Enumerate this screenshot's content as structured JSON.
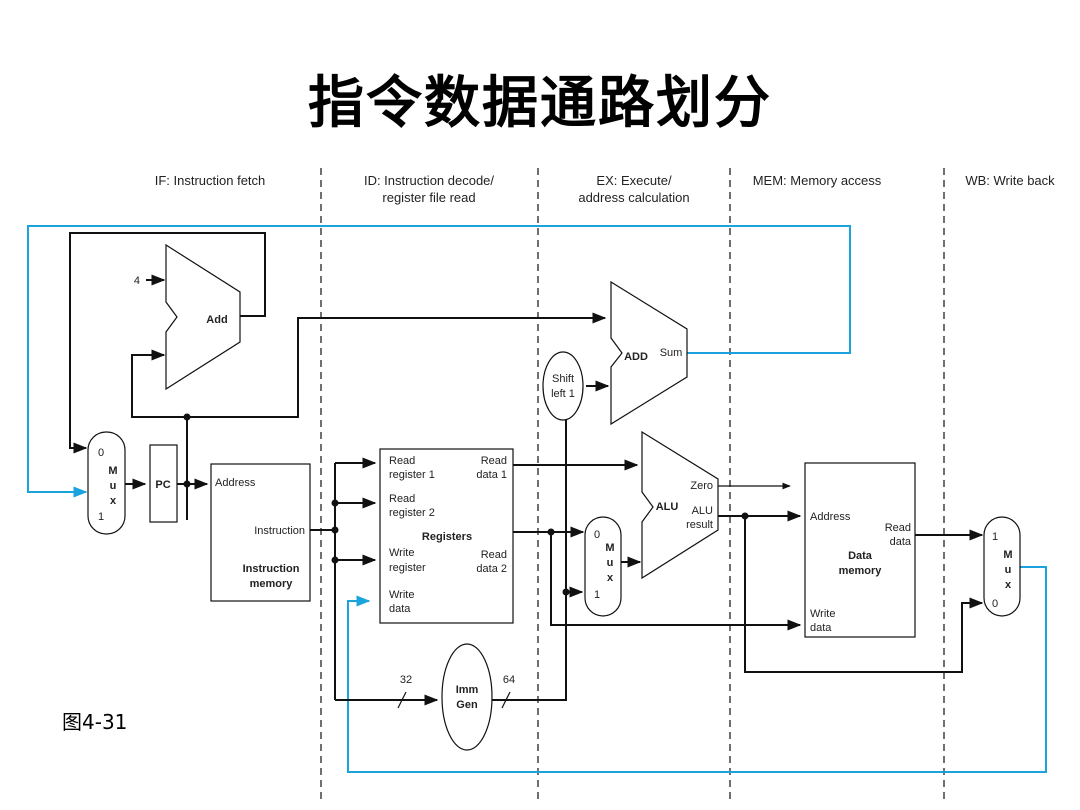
{
  "title": "指令数据通路划分",
  "figure_label": "图4-31",
  "stages": {
    "if": "IF: Instruction fetch",
    "id_line1": "ID: Instruction decode/",
    "id_line2": "register file read",
    "ex_line1": "EX: Execute/",
    "ex_line2": "address calculation",
    "mem": "MEM: Memory access",
    "wb": "WB: Write back"
  },
  "components": {
    "add_const": "4",
    "add": "Add",
    "pc": "PC",
    "pc_mux": {
      "top": "0",
      "bottom": "1",
      "letters": [
        "M",
        "u",
        "x"
      ]
    },
    "imem": {
      "address": "Address",
      "instruction": "Instruction",
      "name1": "Instruction",
      "name2": "memory"
    },
    "regs": {
      "read_reg1_a": "Read",
      "read_reg1_b": "register 1",
      "read_reg2_a": "Read",
      "read_reg2_b": "register 2",
      "write_reg_a": "Write",
      "write_reg_b": "register",
      "write_data_a": "Write",
      "write_data_b": "data",
      "read_data1_a": "Read",
      "read_data1_b": "data 1",
      "read_data2_a": "Read",
      "read_data2_b": "data 2",
      "name": "Registers"
    },
    "shift": {
      "line1": "Shift",
      "line2": "left 1"
    },
    "branch_add": {
      "name": "ADD",
      "sum": "Sum"
    },
    "alu_mux": {
      "top": "0",
      "bottom": "1",
      "letters": [
        "M",
        "u",
        "x"
      ]
    },
    "alu": {
      "name": "ALU",
      "zero": "Zero",
      "result1": "ALU",
      "result2": "result"
    },
    "dmem": {
      "address": "Address",
      "read_data1": "Read",
      "read_data2": "data",
      "write_data1": "Write",
      "write_data2": "data",
      "name1": "Data",
      "name2": "memory"
    },
    "wb_mux": {
      "top": "1",
      "bottom": "0",
      "letters": [
        "M",
        "u",
        "x"
      ]
    },
    "imm": {
      "in_width": "32",
      "out_width": "64",
      "name1": "Imm",
      "name2": "Gen"
    }
  }
}
